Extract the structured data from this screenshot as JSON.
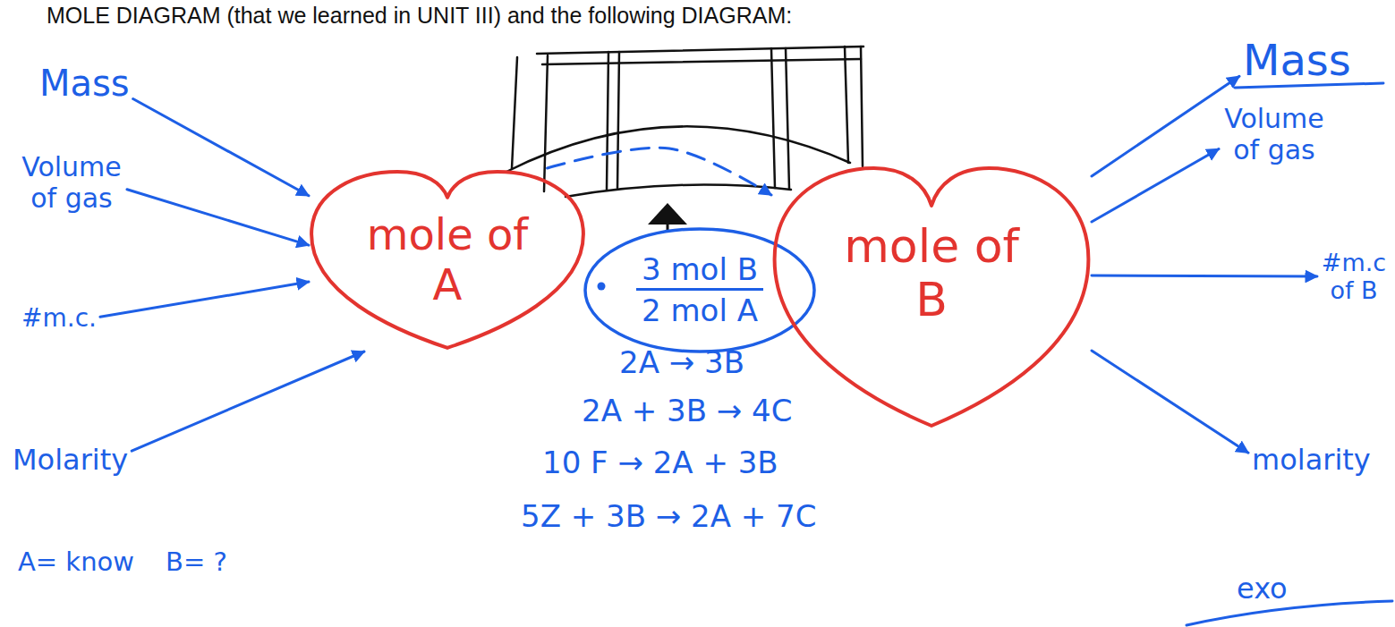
{
  "diagram": {
    "nodes": [
      {
        "text": [
          "Mass"
        ]
      },
      {
        "text": [
          "Volume of gas"
        ]
      },
      {
        "text": [
          "#m.c."
        ]
      },
      {
        "text": [
          "Molarity"
        ]
      },
      {
        "text": [
          "mole of A"
        ]
      },
      {
        "text": [
          "3 mol B",
          "2 mol A"
        ]
      },
      {
        "text": [
          "mole of B"
        ]
      },
      {
        "text": [
          "Mass"
        ]
      },
      {
        "text": [
          "Volume of gas"
        ]
      },
      {
        "text": [
          "#m.c of B"
        ]
      },
      {
        "text": [
          "molarity"
        ]
      }
    ],
    "edges": [
      {
        "from": 0,
        "to": 4,
        "arrow": "to"
      },
      {
        "from": 1,
        "to": 4,
        "arrow": "to"
      },
      {
        "from": 2,
        "to": 4,
        "arrow": "to"
      },
      {
        "from": 3,
        "to": 4,
        "arrow": "to"
      },
      {
        "from": 4,
        "to": 6,
        "arrow": "to"
      },
      {
        "from": 6,
        "to": 7,
        "arrow": "to"
      },
      {
        "from": 6,
        "to": 8,
        "arrow": "to"
      },
      {
        "from": 6,
        "to": 9,
        "arrow": "to"
      },
      {
        "from": 6,
        "to": 10,
        "arrow": "to"
      }
    ],
    "labels": [
      "MOLE DIAGRAM (that we learned in UNIT III) and the following DIAGRAM:",
      "2A → 3B",
      "2A + 3B → 4C",
      "10 F → 2A + 3B",
      "5Z + 3B → 2A + 7C",
      "A= know",
      "B= ?",
      "exo"
    ]
  }
}
